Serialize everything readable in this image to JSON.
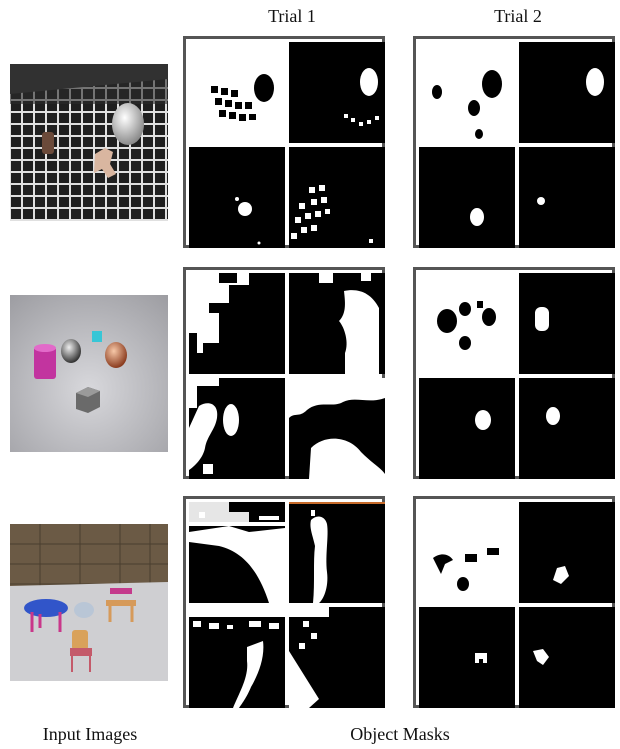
{
  "figure": {
    "column_headers": [
      "Trial 1",
      "Trial 2"
    ],
    "footer_left": "Input Images",
    "footer_right": "Object Masks",
    "scenes": [
      {
        "input": "tiled-floor-scene",
        "trial1_masks": [
          "mask-1",
          "mask-2",
          "mask-3",
          "mask-4"
        ],
        "trial2_masks": [
          "mask-1",
          "mask-2",
          "mask-3",
          "mask-4"
        ]
      },
      {
        "input": "metal-objects-scene",
        "trial1_masks": [
          "mask-1",
          "mask-2",
          "mask-3",
          "mask-4"
        ],
        "trial2_masks": [
          "mask-1",
          "mask-2",
          "mask-3",
          "mask-4"
        ]
      },
      {
        "input": "furniture-room-scene",
        "trial1_masks": [
          "mask-1",
          "mask-2",
          "mask-3",
          "mask-4"
        ],
        "trial2_masks": [
          "mask-1",
          "mask-2",
          "mask-3",
          "mask-4"
        ]
      }
    ]
  }
}
